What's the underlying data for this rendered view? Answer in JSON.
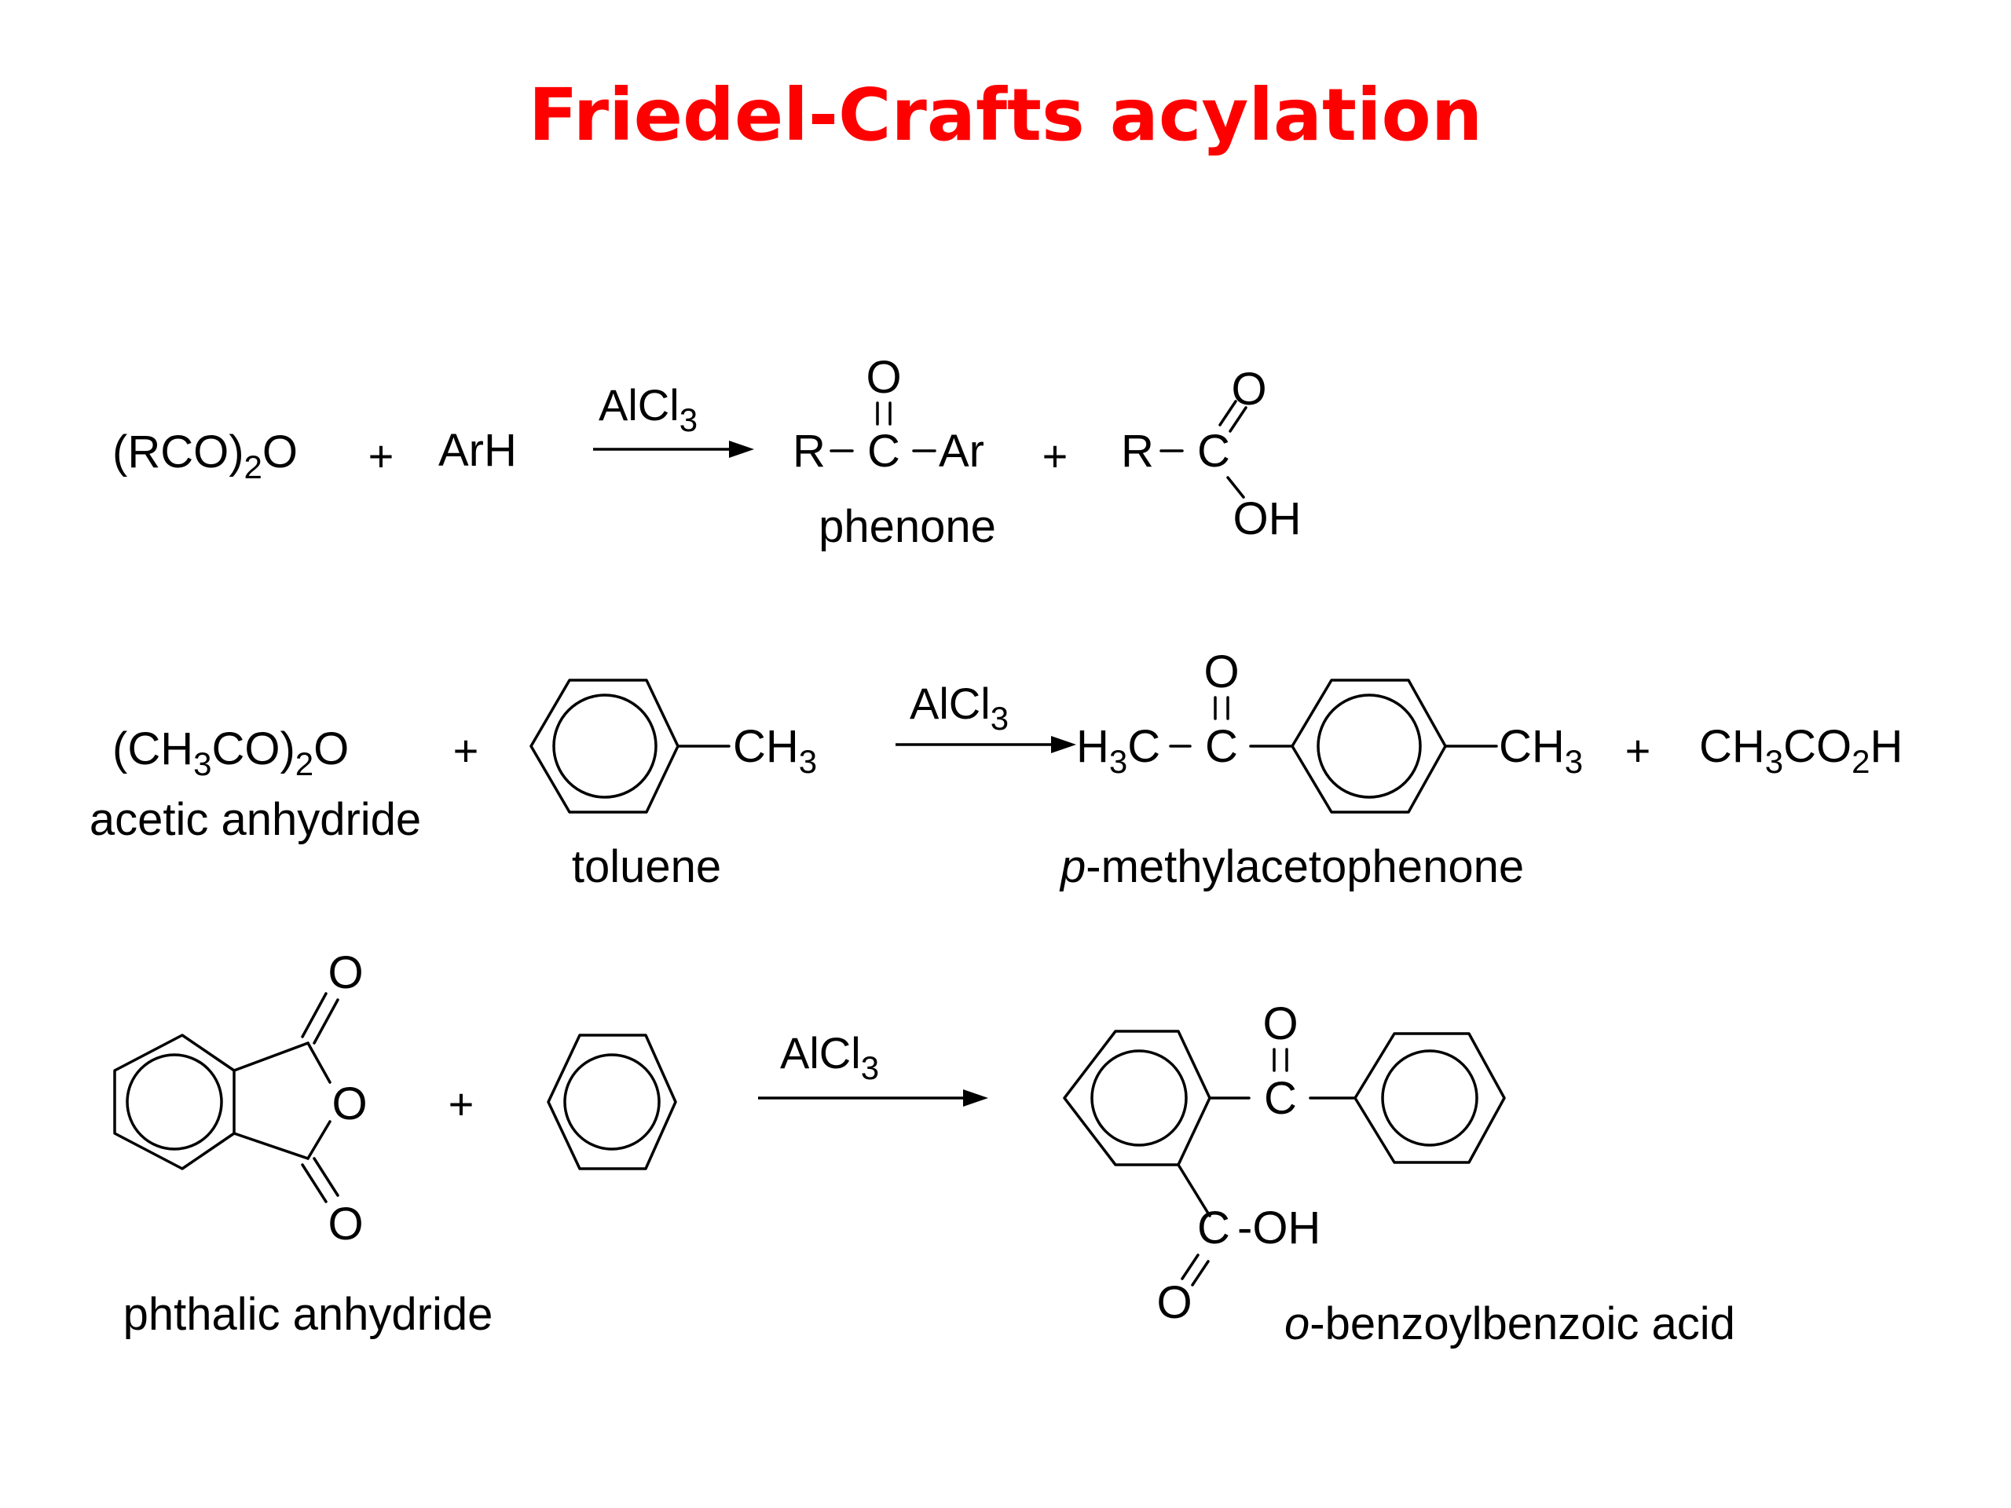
{
  "title": {
    "text": "Friedel-Crafts acylation",
    "color": "#ff0000"
  },
  "reactions": [
    {
      "id": "general",
      "reagent": "AlCl3",
      "reactants": [
        "(RCO)2O",
        "ArH"
      ],
      "products": [
        "R-C(=O)-Ar",
        "R-C(=O)OH"
      ],
      "names": {
        "ketone": "phenone"
      }
    },
    {
      "id": "toluene",
      "reagent": "AlCl3",
      "reactants": [
        "(CH3CO)2O",
        "toluene"
      ],
      "products": [
        "p-methylacetophenone",
        "CH3CO2H"
      ],
      "names": {
        "anhydride": "acetic anhydride",
        "arene": "toluene",
        "product_prefix": "p",
        "product_suffix": "-methylacetophenone"
      }
    },
    {
      "id": "phthalic",
      "reagent": "AlCl3",
      "reactants": [
        "phthalic anhydride",
        "benzene"
      ],
      "products": [
        "o-benzoylbenzoic acid"
      ],
      "names": {
        "anhydride": "phthalic anhydride",
        "product_prefix": "o",
        "product_suffix": "-benzoylbenzoic acid"
      }
    }
  ],
  "symbols": {
    "plus": "+",
    "O": "O",
    "R": "R",
    "Ar": "Ar",
    "ArH": "ArH",
    "OH": "OH",
    "C": "C",
    "H": "H",
    "CH": "CH",
    "CO": "CO",
    "AlCl": "AlCl",
    "sub3": "3",
    "sub2": "2",
    "rco_open": "(RCO)",
    "ch3co_open": "(CH",
    "ch3co_mid": "CO)",
    "acid_tail": "CO",
    "oh_tail": "-OH"
  }
}
